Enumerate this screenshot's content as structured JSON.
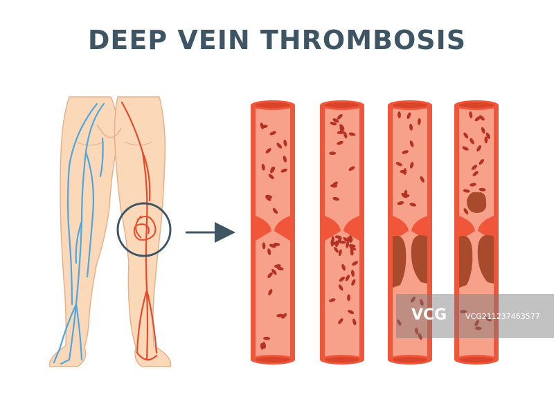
{
  "title": "DEEP VEIN THROMBOSIS",
  "colors": {
    "title": "#3e5564",
    "skin": "#fbd8b8",
    "skin_outline": "#e3b28c",
    "vein_blue": "#4da6e0",
    "vein_red": "#e64a2a",
    "vessel_wall": "#f0563a",
    "vessel_lumen": "#f7a08a",
    "blood_cell": "#b43222",
    "clot": "#a84a2c",
    "arrow": "#3e5564"
  },
  "stages": [
    {
      "name": "normal"
    },
    {
      "name": "initial-clotting"
    },
    {
      "name": "thrombus-at-valve"
    },
    {
      "name": "thrombus-detaching"
    }
  ],
  "watermark": {
    "logo": "VCG",
    "id": "VCG211237463577"
  }
}
